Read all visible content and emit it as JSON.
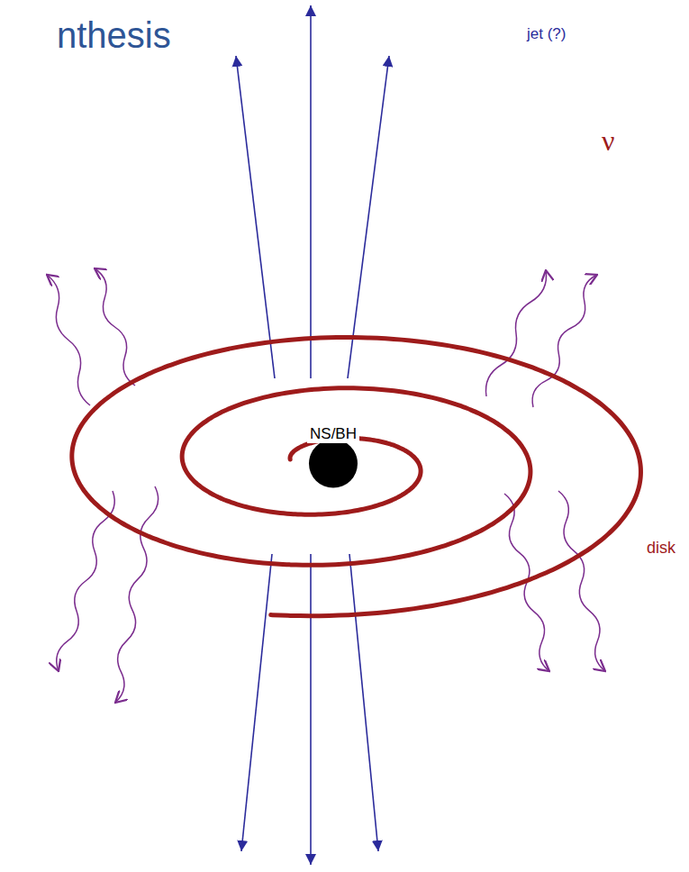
{
  "diagram": {
    "title": "nthesis",
    "nodes": [
      {
        "text": [
          "NS/BH"
        ]
      }
    ],
    "labels": [
      "jet (?)",
      "ν",
      "disk"
    ]
  }
}
